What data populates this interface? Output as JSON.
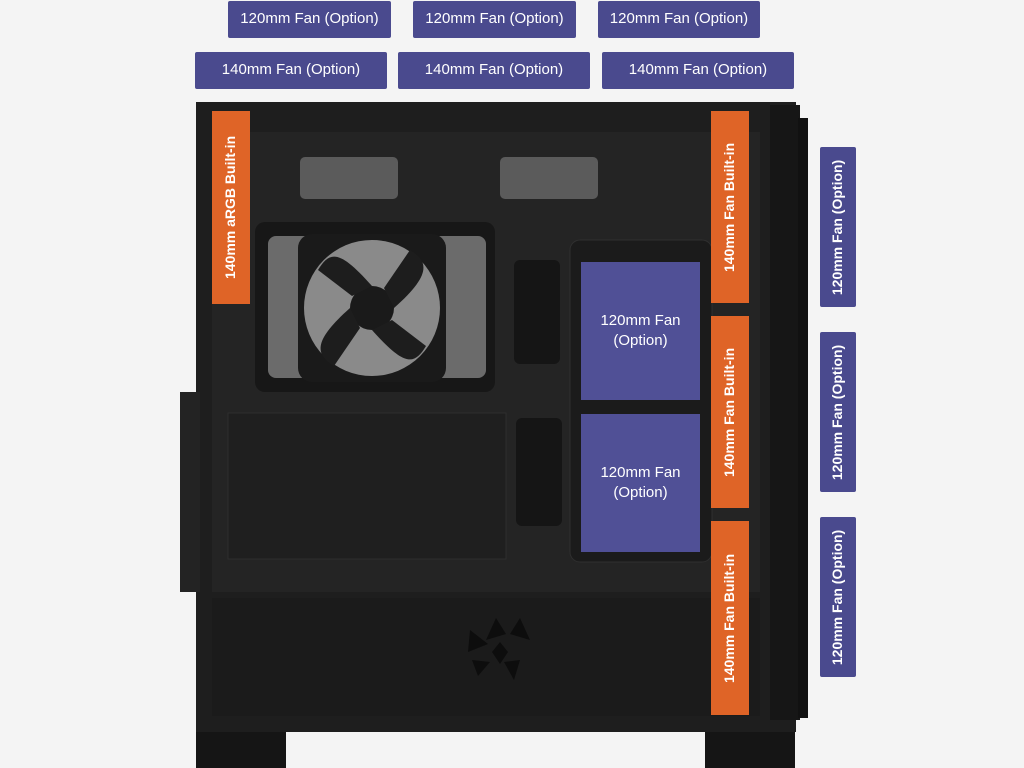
{
  "top_row_120": [
    "120mm Fan (Option)",
    "120mm Fan (Option)",
    "120mm Fan (Option)"
  ],
  "top_row_140": [
    "140mm Fan (Option)",
    "140mm Fan (Option)",
    "140mm Fan (Option)"
  ],
  "rear_fan": "140mm aRGB Built-in",
  "front_built_in": [
    "140mm Fan Built-in",
    "140mm Fan Built-in",
    "140mm Fan Built-in"
  ],
  "side_option": [
    "120mm Fan (Option)",
    "120mm Fan (Option)",
    "120mm Fan (Option)"
  ],
  "mid_panels": [
    "120mm Fan\n(Option)",
    "120mm Fan\n(Option)"
  ],
  "colors": {
    "label_purple": "#4a4a8e",
    "label_orange": "#df6427",
    "case_black": "#1c1c1c"
  }
}
